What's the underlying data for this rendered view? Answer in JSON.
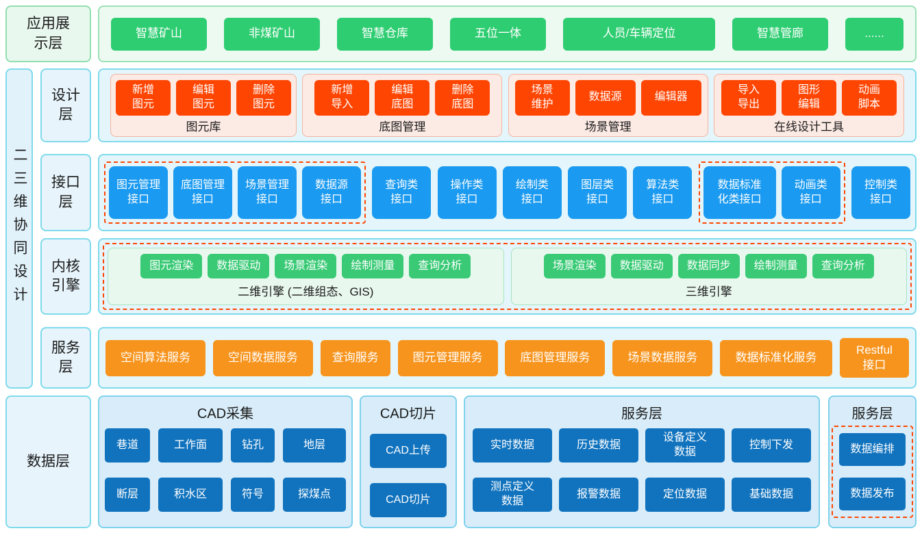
{
  "app_layer": {
    "label": "应用展\n示层",
    "items": [
      "智慧矿山",
      "非煤矿山",
      "智慧仓库",
      "五位一体",
      "人员/车辆定位",
      "智慧管廊",
      "......"
    ]
  },
  "side_label": "二三维协同设计",
  "design_layer": {
    "label": "设计\n层",
    "groups": [
      {
        "title": "图元库",
        "buttons": [
          "新增\n图元",
          "编辑\n图元",
          "删除\n图元"
        ]
      },
      {
        "title": "底图管理",
        "buttons": [
          "新增\n导入",
          "编辑\n底图",
          "删除\n底图"
        ]
      },
      {
        "title": "场景管理",
        "buttons": [
          "场景\n维护",
          "数据源",
          "编辑器"
        ]
      },
      {
        "title": "在线设计工具",
        "buttons": [
          "导入\n导出",
          "图形\n编辑",
          "动画\n脚本"
        ]
      }
    ]
  },
  "interface_layer": {
    "label": "接口\n层",
    "dashed_group_1": [
      "图元管理\n接口",
      "底图管理\n接口",
      "场景管理\n接口",
      "数据源\n接口"
    ],
    "plain": [
      "查询类\n接口",
      "操作类\n接口",
      "绘制类\n接口",
      "图层类\n接口",
      "算法类\n接口"
    ],
    "dashed_group_2": [
      "数据标准\n化类接口",
      "动画类\n接口"
    ],
    "last": "控制类\n接口"
  },
  "kernel_layer": {
    "label": "内核\n引擎",
    "engines": [
      {
        "title": "二维引擎 (二维组态、GIS)",
        "buttons": [
          "图元渲染",
          "数据驱动",
          "场景渲染",
          "绘制测量",
          "查询分析"
        ]
      },
      {
        "title": "三维引擎",
        "buttons": [
          "场景渲染",
          "数据驱动",
          "数据同步",
          "绘制测量",
          "查询分析"
        ]
      }
    ]
  },
  "service_layer": {
    "label": "服务\n层",
    "buttons": [
      "空间算法服务",
      "空间数据服务",
      "查询服务",
      "图元管理服务",
      "底图管理服务",
      "场景数据服务",
      "数据标准化服务",
      "Restful\n接口"
    ]
  },
  "data_layer": {
    "label": "数据层",
    "cad_collect": {
      "title": "CAD采集",
      "rows": [
        [
          "巷道",
          "工作面",
          "钻孔",
          "地层"
        ],
        [
          "断层",
          "积水区",
          "符号",
          "探煤点"
        ]
      ]
    },
    "cad_slice": {
      "title": "CAD切片",
      "buttons": [
        "CAD上传",
        "CAD切片"
      ]
    },
    "service": {
      "title": "服务层",
      "rows": [
        [
          "实时数据",
          "历史数据",
          "设备定义\n数据",
          "控制下发"
        ],
        [
          "测点定义\n数据",
          "报警数据",
          "定位数据",
          "基础数据"
        ]
      ]
    },
    "publish": {
      "title": "服务层",
      "buttons": [
        "数据编排",
        "数据发布"
      ]
    }
  },
  "colors": {
    "green_button": "#2FCD72",
    "red_button": "#FF4502",
    "blue_button": "#1A9AF0",
    "dark_blue_button": "#1173BE",
    "orange_button": "#F7941D",
    "dashed_highlight": "#FF4500",
    "cyan_border": "#7EDAEC"
  }
}
